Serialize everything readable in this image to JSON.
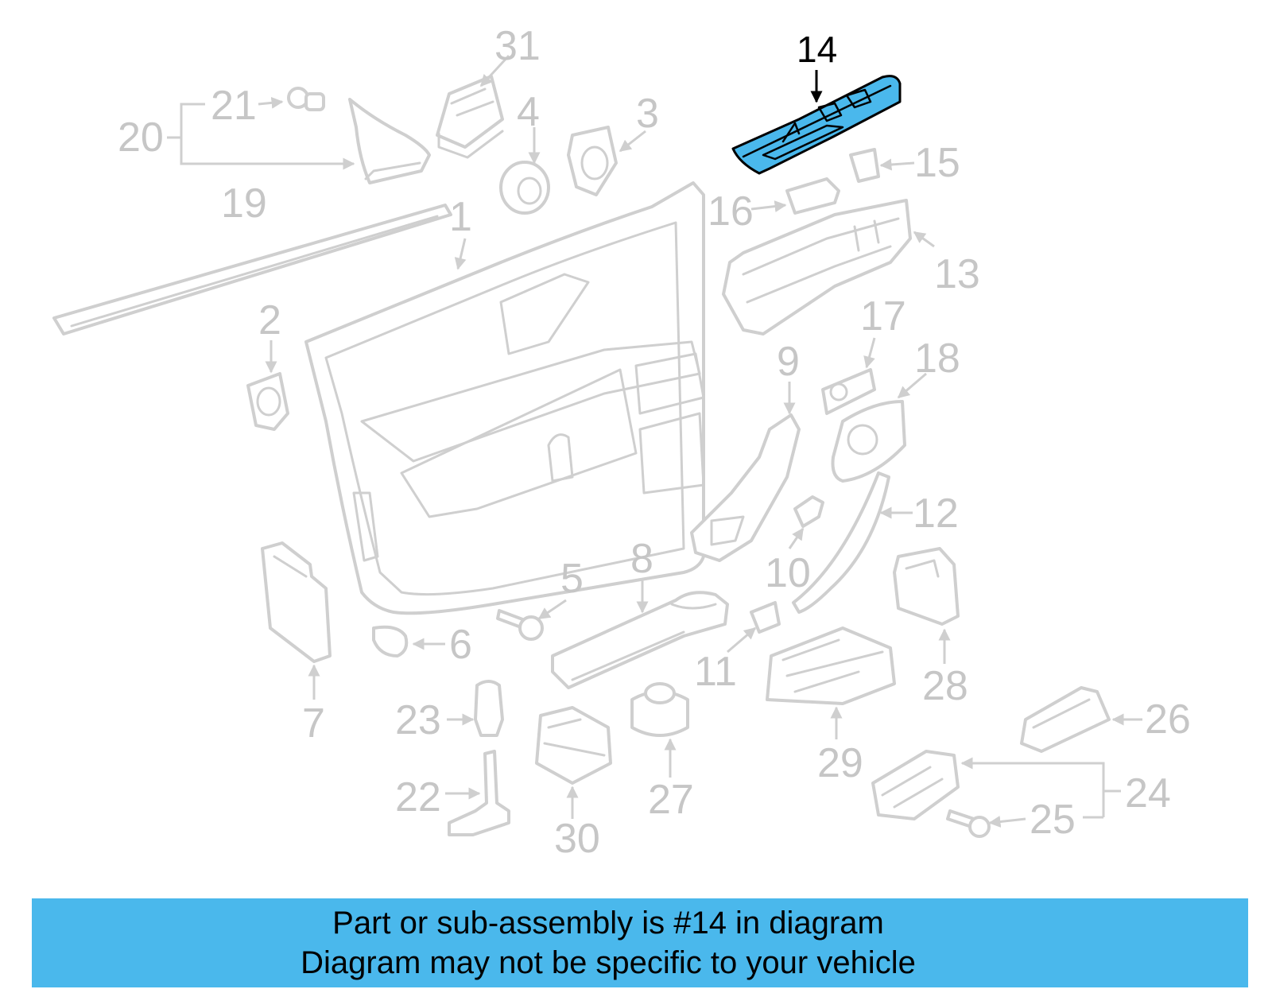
{
  "callouts": {
    "c1": "1",
    "c2": "2",
    "c3": "3",
    "c4": "4",
    "c5": "5",
    "c6": "6",
    "c7": "7",
    "c8": "8",
    "c9": "9",
    "c10": "10",
    "c11": "11",
    "c12": "12",
    "c13": "13",
    "c14": "14",
    "c15": "15",
    "c16": "16",
    "c17": "17",
    "c18": "18",
    "c19": "19",
    "c20": "20",
    "c21": "21",
    "c22": "22",
    "c23": "23",
    "c24": "24",
    "c25": "25",
    "c26": "26",
    "c27": "27",
    "c28": "28",
    "c29": "29",
    "c30": "30",
    "c31": "31"
  },
  "highlighted_part": "14",
  "colors": {
    "highlight_fill": "#4ab8ec",
    "line_gray": "#cfcfcf",
    "label_gray": "#c6c6c6",
    "banner_bg": "#4ab8ec"
  },
  "banner": {
    "line1": "Part or sub-assembly is #14 in diagram",
    "line2": "Diagram may not be specific to your vehicle"
  }
}
